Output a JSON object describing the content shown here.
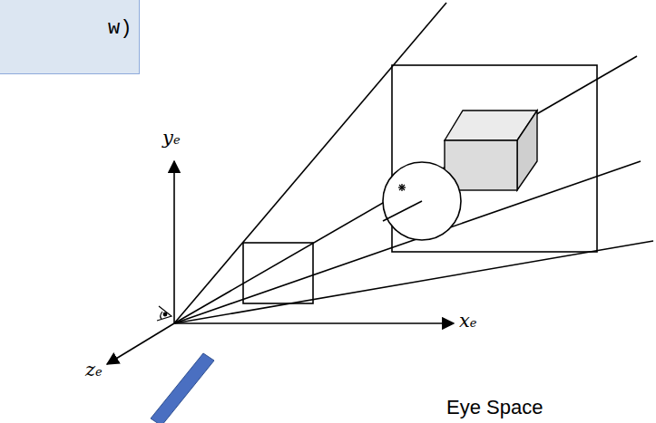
{
  "diagram": {
    "nodes": [
      {
        "text": [
          "w)"
        ]
      }
    ],
    "edges": [],
    "labels": [
      "ye",
      "xe",
      "ze",
      "Eye Space"
    ]
  }
}
